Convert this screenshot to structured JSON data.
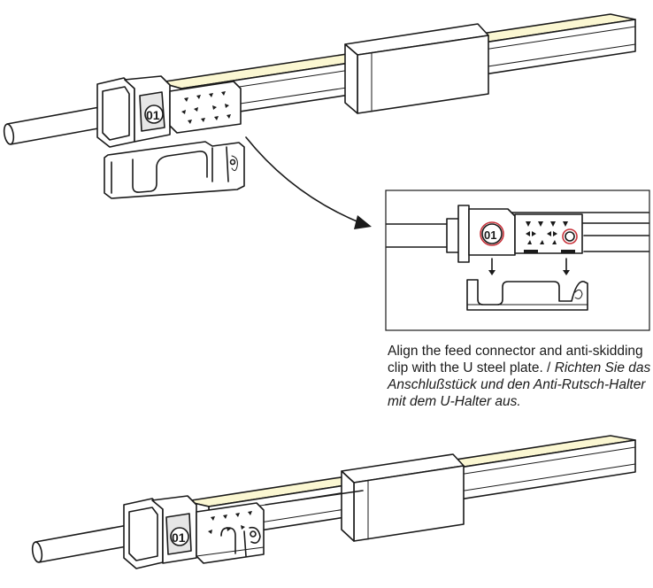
{
  "caption": {
    "english": "Align the feed connector and anti-skidding clip with the U steel plate. /",
    "german": "Richten Sie das Anschlußstück und den Anti-Rutsch-Halter mit dem U-Halter aus."
  },
  "marks": {
    "connector_label": "01"
  },
  "colors": {
    "strip_yellow": "#fbf7d2",
    "outline": "#1a1a1a",
    "highlight_red": "#c8323a"
  }
}
